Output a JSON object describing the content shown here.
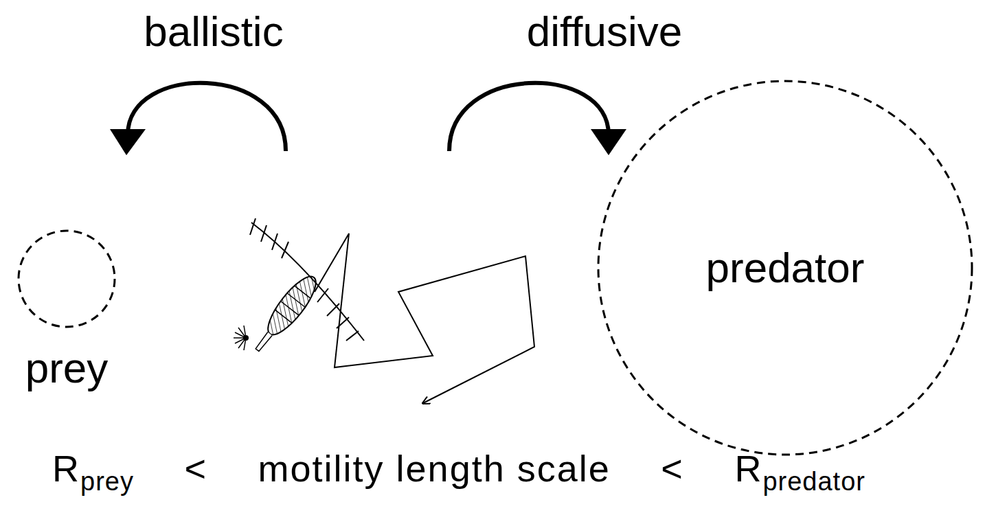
{
  "diagram": {
    "nodes": [
      {
        "text": [
          "prey"
        ]
      },
      {
        "text": [
          "predator"
        ]
      }
    ],
    "labels": [
      "ballistic",
      "diffusive",
      "R",
      "prey",
      "<",
      "motility length scale",
      "<",
      "R",
      "predator"
    ]
  }
}
